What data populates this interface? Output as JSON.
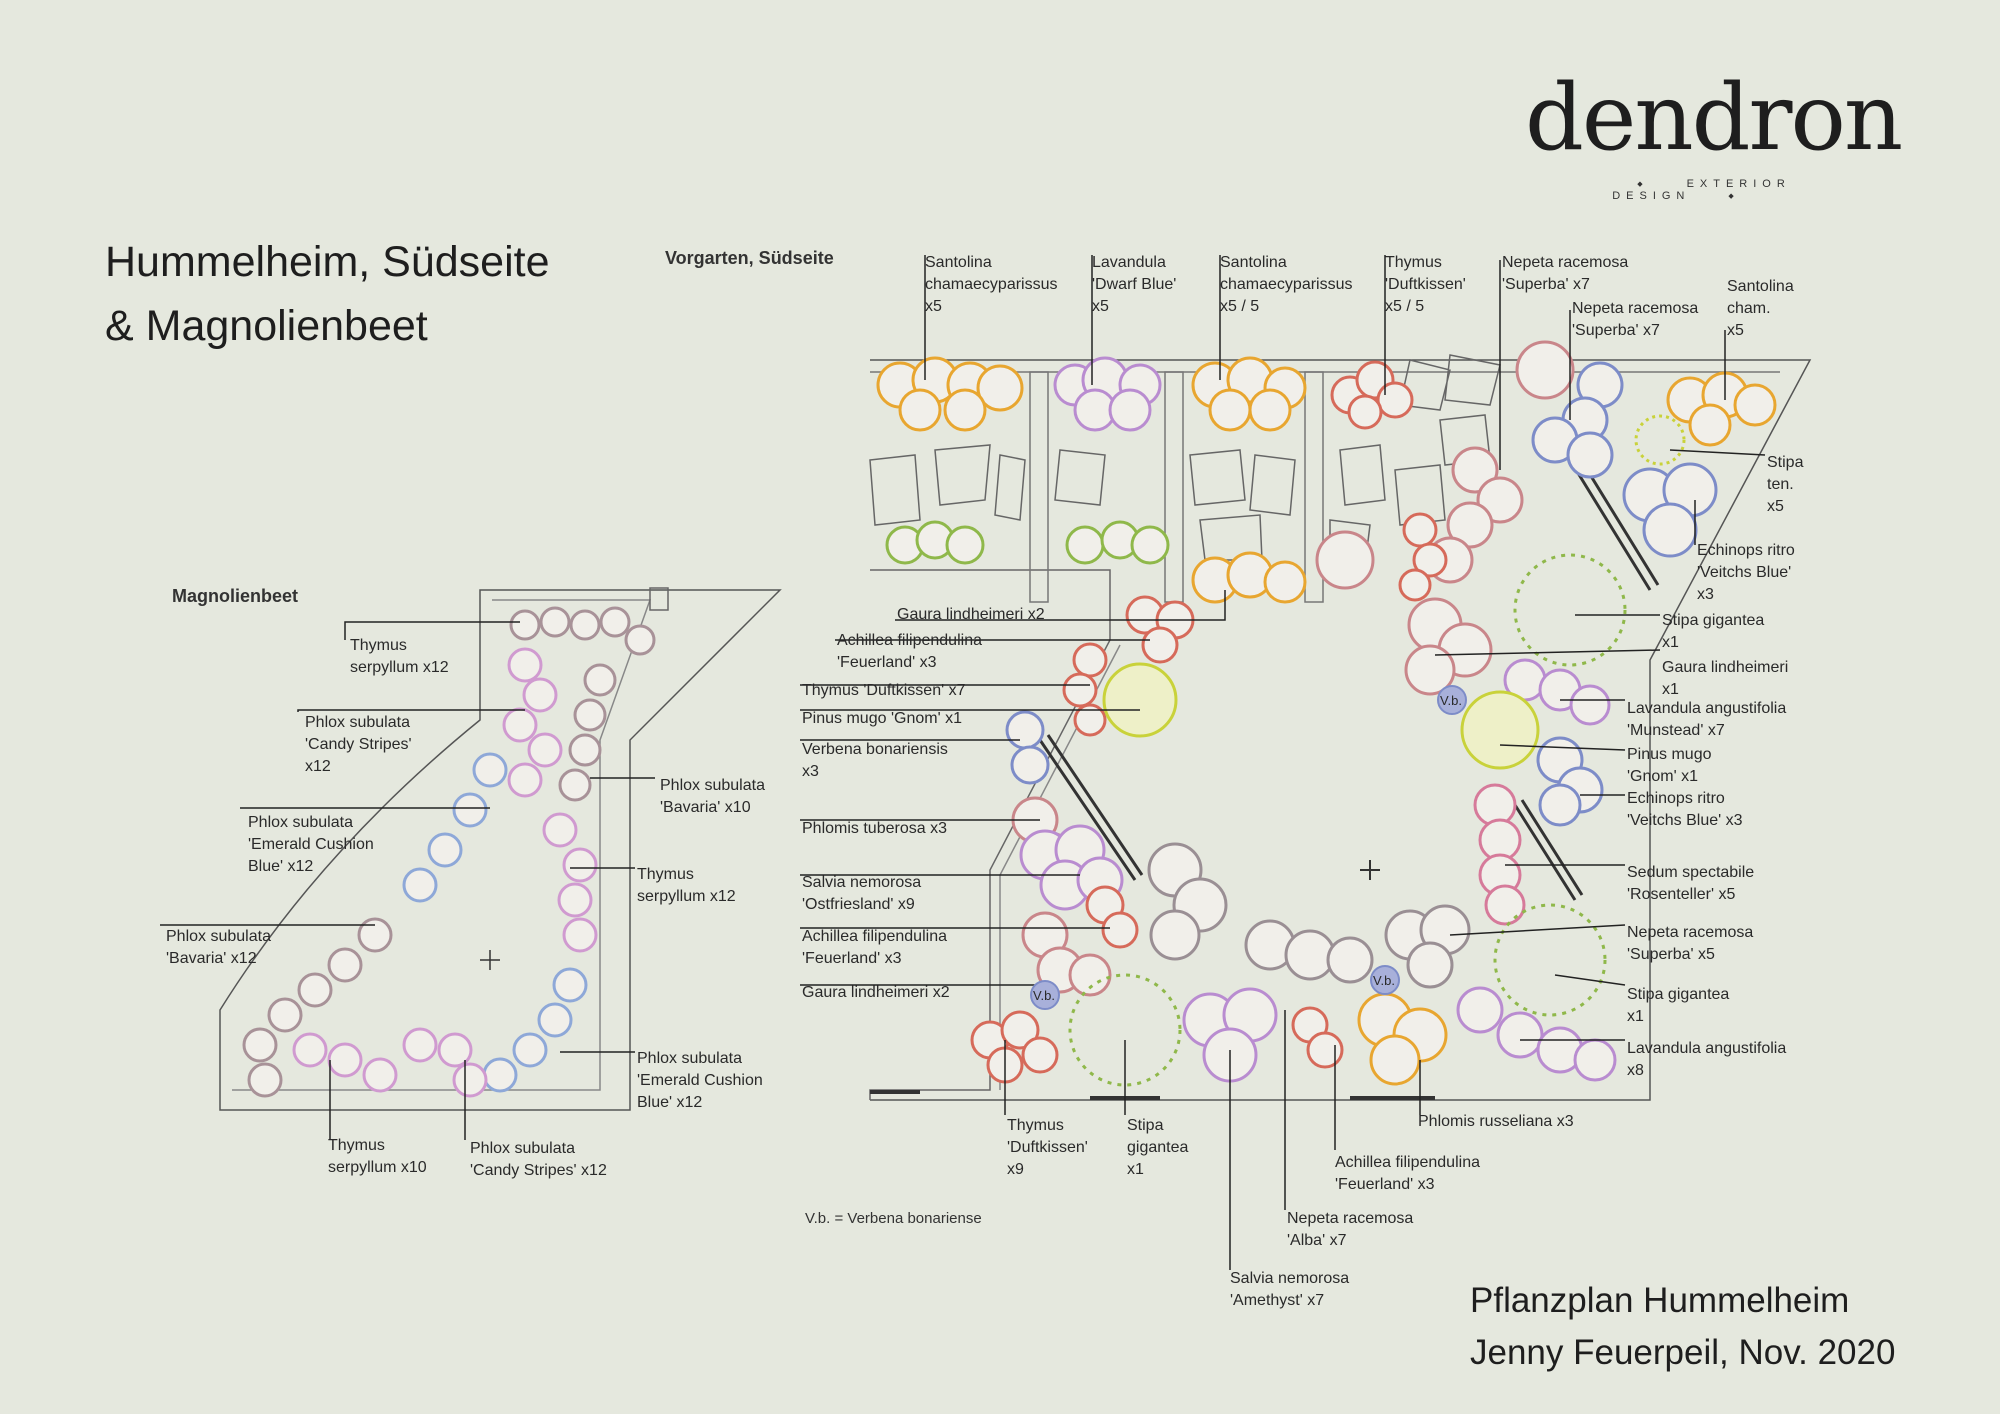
{
  "logo": {
    "word": "dendron",
    "tagline": "EXTERIOR DESIGN"
  },
  "title": {
    "line1": "Hummelheim, Südseite",
    "line2": "& Magnolienbeet"
  },
  "sections": {
    "front": "Vorgarten, Südseite",
    "magnolia": "Magnolienbeet"
  },
  "legend": "V.b. = Verbena bonariense",
  "credit": {
    "line1": "Pflanzplan Hummelheim",
    "line2": "Jenny Feuerpeil, Nov. 2020"
  },
  "colors": {
    "background": "#e5e8de",
    "ink": "#222222",
    "orange": "#e8a630",
    "lilac": "#b98cd0",
    "green": "#8fb84a",
    "blue": "#7d8cc8",
    "red": "#d66a5a",
    "pink": "#d67a9a",
    "grey": "#9a8f94"
  },
  "labels": {
    "top": [
      "Santolina\nchamaecyparissus\nx5",
      "Lavandula\n'Dwarf Blue'\nx5",
      "Santolina\nchamaecyparissus\nx5 / 5",
      "Thymus\n'Duftkissen'\nx5 / 5",
      "Nepeta racemosa\n'Superba' x7",
      "Nepeta racemosa\n'Superba' x7",
      "Santolina\ncham.\nx5"
    ],
    "left": [
      "Gaura lindheimeri x2",
      "Achillea filipendulina\n'Feuerland' x3",
      "Thymus 'Duftkissen' x7",
      "Pinus mugo 'Gnom' x1",
      "Verbena bonariensis\nx3",
      "Phlomis tuberosa x3",
      "Salvia nemorosa\n'Ostfriesland' x9",
      "Achillea filipendulina\n'Feuerland' x3",
      "Gaura lindheimeri x2"
    ],
    "right": [
      "Stipa\nten.\nx5",
      "Echinops ritro\n'Veitchs Blue'\nx3",
      "Stipa gigantea\nx1",
      "Gaura lindheimeri\nx1",
      "Lavandula angustifolia\n'Munstead' x7",
      "Pinus mugo\n'Gnom' x1",
      "Echinops ritro\n'Veitchs Blue' x3",
      "Sedum spectabile\n'Rosenteller' x5",
      "Nepeta racemosa\n'Superba' x5",
      "Stipa gigantea\nx1",
      "Lavandula angustifolia\nx8"
    ],
    "bottom": [
      "Thymus\n'Duftkissen'\nx9",
      "Stipa\ngigantea\nx1",
      "Phlomis russeliana x3",
      "Achillea filipendulina\n'Feuerland' x3",
      "Nepeta racemosa\n'Alba' x7",
      "Salvia nemorosa\n'Amethyst' x7"
    ],
    "magnolia": [
      "Thymus\nserpyllum x12",
      "Phlox subulata\n'Candy Stripes'\nx12",
      "Phlox subulata\n'Emerald Cushion\nBlue' x12",
      "Phlox subulata\n'Bavaria' x12",
      "Phlox subulata\n'Bavaria' x10",
      "Thymus\nserpyllum x12",
      "Phlox subulata\n'Emerald Cushion\nBlue' x12",
      "Thymus\nserpyllum x10",
      "Phlox subulata\n'Candy Stripes' x12"
    ]
  },
  "marker": {
    "verbena": "V.b."
  }
}
